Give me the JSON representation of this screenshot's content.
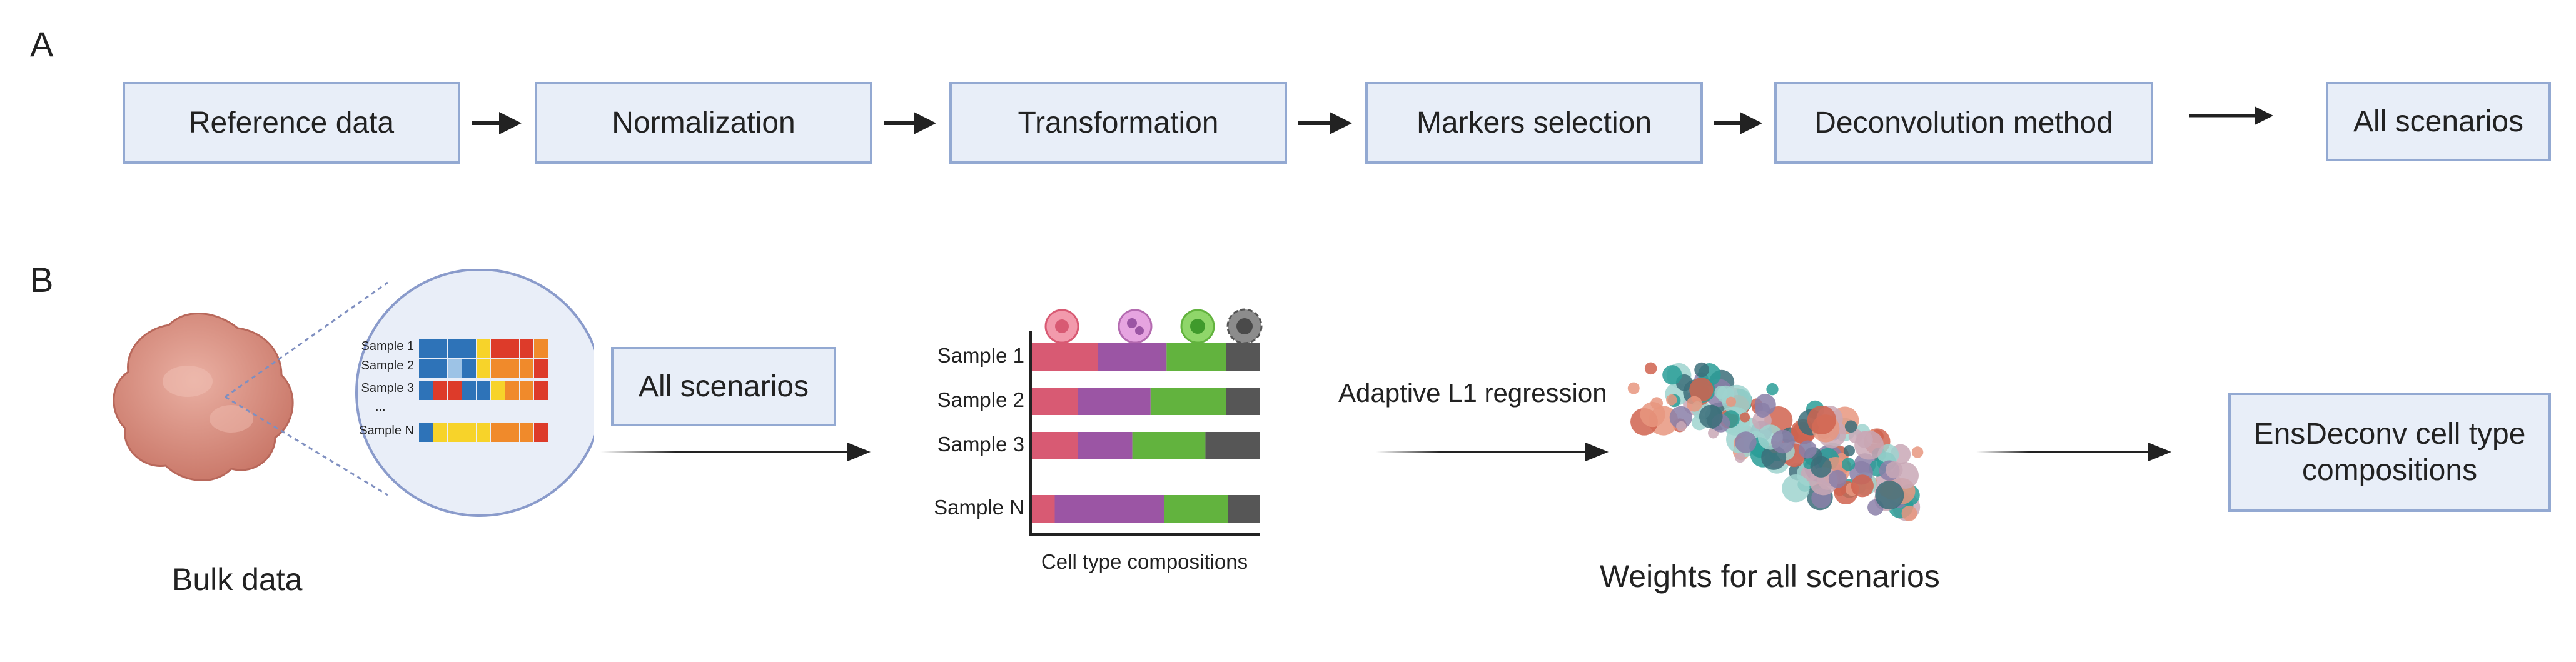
{
  "panels": {
    "a": "A",
    "b": "B"
  },
  "pipeline": {
    "steps": [
      "Reference data",
      "Normalization",
      "Transformation",
      "Markers selection",
      "Deconvolution method"
    ],
    "result": "All scenarios"
  },
  "panel_b": {
    "bulk_label": "Bulk data",
    "heatmap_rows": [
      "Sample 1",
      "Sample 2",
      "Sample 3",
      "...",
      "Sample N"
    ],
    "scenarios_box": "All scenarios",
    "bar_samples": [
      "Sample 1",
      "Sample 2",
      "Sample 3",
      "Sample N"
    ],
    "bar_axis_label": "Cell type compositions",
    "regression_label": "Adaptive L1 regression",
    "weights_label": "Weights for all scenarios",
    "output_box": "EnsDeconv cell type compositions"
  },
  "chart_data": {
    "type": "bar",
    "stacked": true,
    "orientation": "horizontal",
    "categories": [
      "Sample 1",
      "Sample 2",
      "Sample 3",
      "Sample N"
    ],
    "series": [
      {
        "values": [
          0.29,
          0.2,
          0.2,
          0.1
        ],
        "color": "#d85a73"
      },
      {
        "values": [
          0.3,
          0.32,
          0.24,
          0.48
        ],
        "color": "#9b55a4"
      },
      {
        "values": [
          0.26,
          0.33,
          0.32,
          0.28
        ],
        "color": "#62b33e"
      },
      {
        "values": [
          0.15,
          0.15,
          0.24,
          0.14
        ],
        "color": "#565656"
      }
    ],
    "xlabel": "Cell type compositions"
  },
  "colors": {
    "box_border": "#93a9d2",
    "box_fill": "#e8eef8",
    "heatmap_blue": "#2e73b8",
    "heatmap_yellow": "#f7d32a",
    "heatmap_orange": "#f08a2b",
    "heatmap_red": "#dd3b2a",
    "tissue": "#d98a80"
  },
  "icons": [
    "tissue-blob-icon",
    "magnifier-circle-icon",
    "cell-type-icons",
    "scatter-cloud-icon"
  ]
}
